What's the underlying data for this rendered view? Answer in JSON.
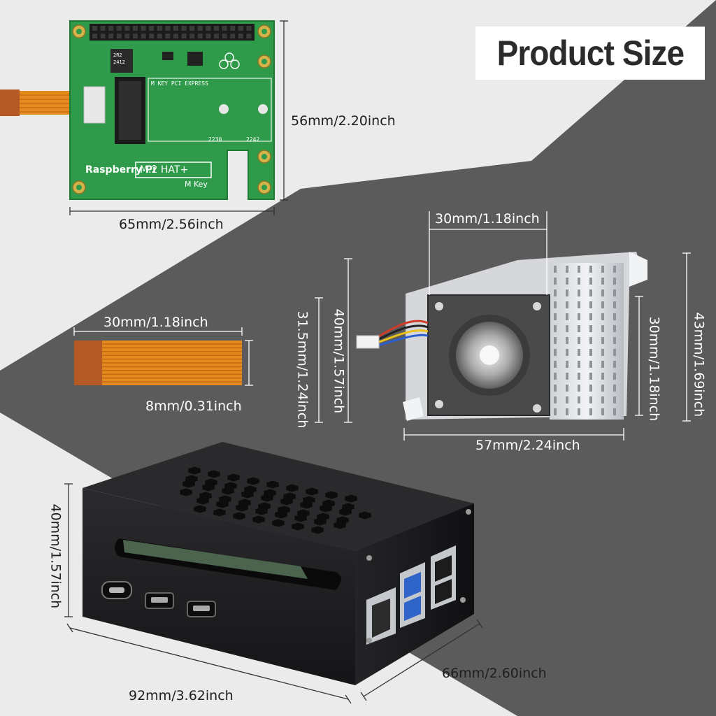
{
  "title": "Product Size",
  "pcb": {
    "brand": "Raspberry Pi",
    "model": "M.2 HAT+",
    "key": "M Key",
    "slot_label": "M KEY PCI EXPRESS",
    "size_2230": "2230",
    "size_2242": "2242",
    "chip_code_1": "2R2",
    "chip_code_2": "2412"
  },
  "dimensions": {
    "hat_height": "56mm/2.20inch",
    "hat_width": "65mm/2.56inch",
    "cable_length": "30mm/1.18inch",
    "cable_width": "8mm/0.31inch",
    "cooler_fan_width": "30mm/1.18inch",
    "cooler_height_a": "31.5mm/1.24inch",
    "cooler_height_b": "40mm/1.57inch",
    "cooler_fan_height": "30mm/1.18inch",
    "cooler_total_height": "43mm/1.69inch",
    "cooler_width": "57mm/2.24inch",
    "case_height": "40mm/1.57inch",
    "case_length": "92mm/3.62inch",
    "case_depth": "66mm/2.60inch"
  },
  "colors": {
    "background_light": "#ebebeb",
    "background_dark": "#5b5b5b",
    "pcb_green": "#2f9a4a",
    "case_black": "#1d1d1f",
    "cable_orange": "#e58a1f"
  }
}
